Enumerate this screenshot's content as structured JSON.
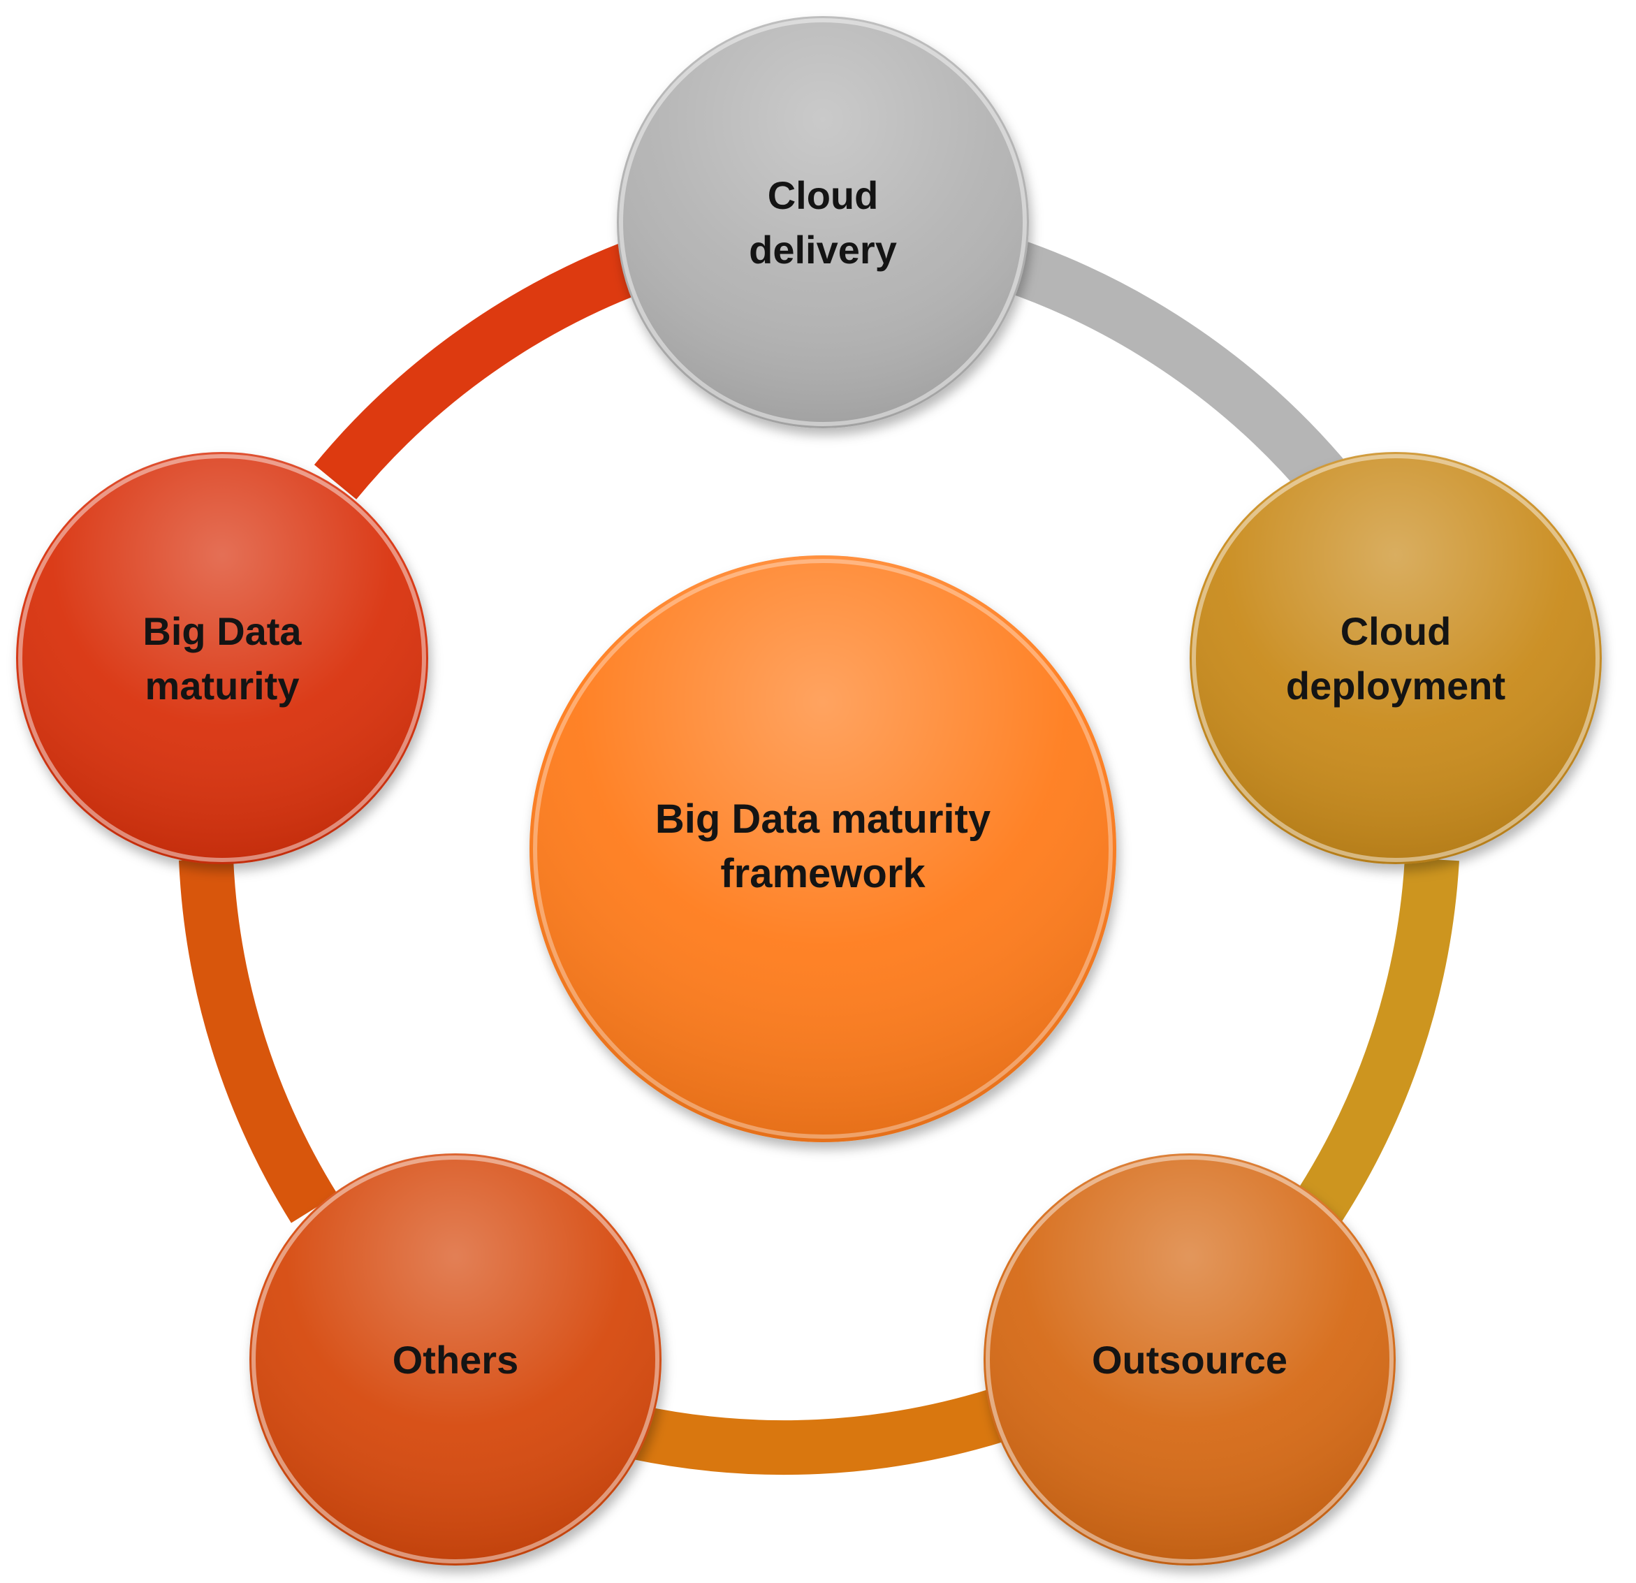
{
  "diagram": {
    "center": {
      "line1": "Big Data maturity",
      "line2": "framework",
      "color": "#ff7c1a"
    },
    "nodes": [
      {
        "id": "cloud-delivery",
        "line1": "Cloud",
        "line2": "delivery",
        "color": "#b3b3b3"
      },
      {
        "id": "cloud-deployment",
        "line1": "Cloud",
        "line2": "deployment",
        "color": "#c98b1e"
      },
      {
        "id": "outsource",
        "line1": "Outsource",
        "line2": "",
        "color": "#d66a12"
      },
      {
        "id": "others",
        "line1": "Others",
        "line2": "",
        "color": "#d64a0c"
      },
      {
        "id": "big-data-maturity",
        "line1": "Big Data",
        "line2": "maturity",
        "color": "#d9300a"
      }
    ],
    "ring_colors": {
      "delivery_to_deployment": "#b5b5b5",
      "deployment_to_outsource": "#cd951f",
      "outsource_to_others": "#d9770f",
      "others_to_bigdata": "#d8560c",
      "bigdata_to_delivery": "#dd3a10"
    }
  }
}
